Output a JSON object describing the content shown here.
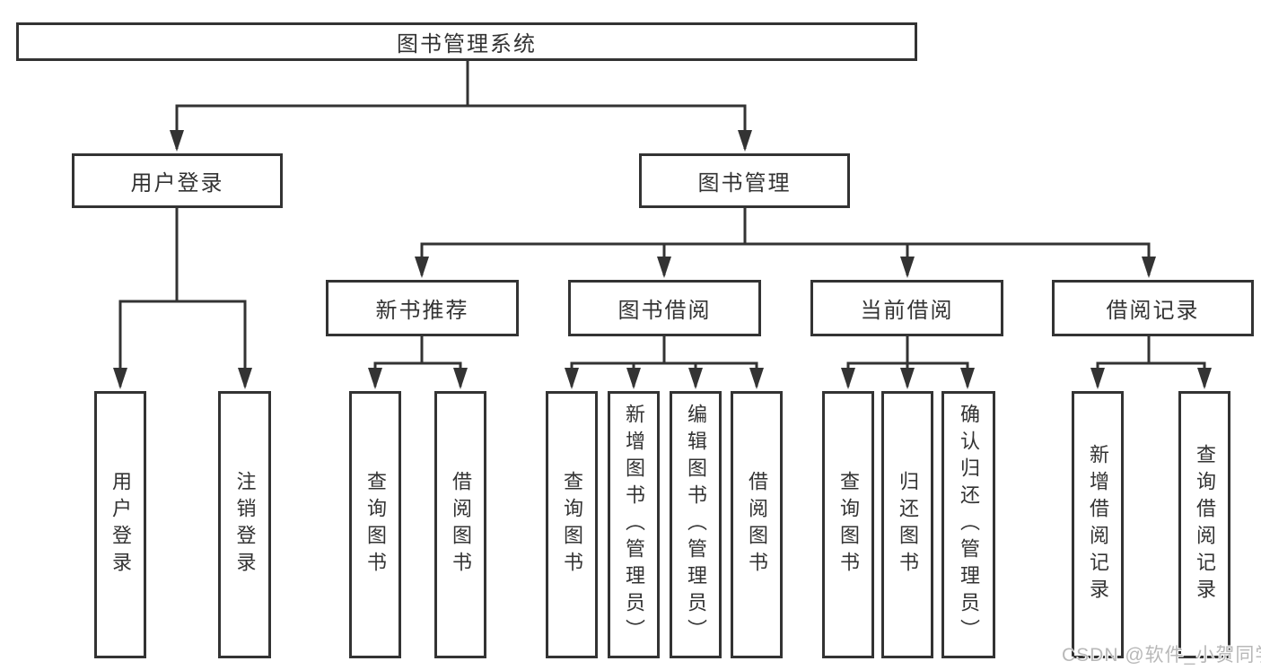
{
  "diagram": {
    "nodes": {
      "root": "图书管理系统",
      "user_login": "用户登录",
      "book_mgmt": "图书管理",
      "new_book_rec": "新书推荐",
      "book_borrow": "图书借阅",
      "current_borrow": "当前借阅",
      "borrow_record": "借阅记录",
      "ul_login": "用户登录",
      "ul_logout": "注销登录",
      "nb_query": "查询图书",
      "nb_borrow": "借阅图书",
      "bb_query": "查询图书",
      "bb_add": "新增图书（管理员）",
      "bb_edit": "编辑图书（管理员）",
      "bb_borrow": "借阅图书",
      "cb_query": "查询图书",
      "cb_return": "归还图书",
      "cb_confirm": "确认归还（管理员）",
      "br_add": "新增借阅记录",
      "br_query": "查询借阅记录"
    },
    "structure": {
      "图书管理系统": {
        "用户登录": [
          "用户登录",
          "注销登录"
        ],
        "图书管理": {
          "新书推荐": [
            "查询图书",
            "借阅图书"
          ],
          "图书借阅": [
            "查询图书",
            "新增图书（管理员）",
            "编辑图书（管理员）",
            "借阅图书"
          ],
          "当前借阅": [
            "查询图书",
            "归还图书",
            "确认归还（管理员）"
          ],
          "借阅记录": [
            "新增借阅记录",
            "查询借阅记录"
          ]
        }
      }
    },
    "watermark": "CSDN @软件_小贺同学",
    "colors": {
      "line": "#333333",
      "text": "#333333",
      "box_background": "#ffffff",
      "page_background": "#ffffff",
      "watermark": "#b8b8b8"
    }
  }
}
